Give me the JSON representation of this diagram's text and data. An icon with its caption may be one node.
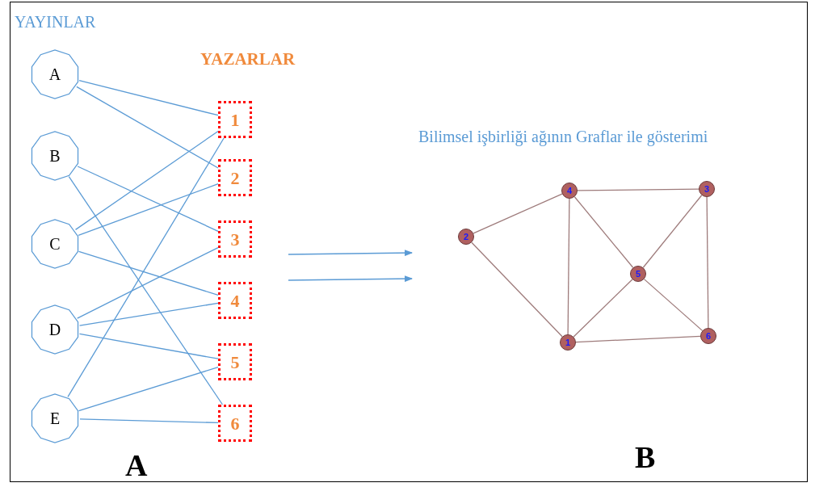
{
  "diagram": {
    "nodes": [
      {
        "text": [
          "A"
        ]
      },
      {
        "text": [
          "B"
        ]
      },
      {
        "text": [
          "C"
        ]
      },
      {
        "text": [
          "D"
        ]
      },
      {
        "text": [
          "E"
        ]
      },
      {
        "text": [
          "1"
        ]
      },
      {
        "text": [
          "2"
        ]
      },
      {
        "text": [
          "3"
        ]
      },
      {
        "text": [
          "4"
        ]
      },
      {
        "text": [
          "5"
        ]
      },
      {
        "text": [
          "6"
        ]
      },
      {
        "text": [
          "4"
        ]
      },
      {
        "text": [
          "3"
        ]
      },
      {
        "text": [
          "2"
        ]
      },
      {
        "text": [
          "5"
        ]
      },
      {
        "text": [
          "6"
        ]
      },
      {
        "text": [
          "1"
        ]
      }
    ],
    "edges": [
      {
        "from": 0,
        "to": 5,
        "arrow": "none"
      },
      {
        "from": 0,
        "to": 6,
        "arrow": "none"
      },
      {
        "from": 1,
        "to": 7,
        "arrow": "none"
      },
      {
        "from": 1,
        "to": 10,
        "arrow": "none"
      },
      {
        "from": 2,
        "to": 5,
        "arrow": "none"
      },
      {
        "from": 2,
        "to": 6,
        "arrow": "none"
      },
      {
        "from": 2,
        "to": 8,
        "arrow": "none"
      },
      {
        "from": 3,
        "to": 7,
        "arrow": "none"
      },
      {
        "from": 3,
        "to": 8,
        "arrow": "none"
      },
      {
        "from": 3,
        "to": 9,
        "arrow": "none"
      },
      {
        "from": 4,
        "to": 5,
        "arrow": "none"
      },
      {
        "from": 4,
        "to": 9,
        "arrow": "none"
      },
      {
        "from": 4,
        "to": 10,
        "arrow": "none"
      },
      {
        "from": 13,
        "to": 11,
        "arrow": "none",
        "color": "#9e7b7b"
      },
      {
        "from": 13,
        "to": 16,
        "arrow": "none",
        "color": "#9e7b7b"
      },
      {
        "from": 11,
        "to": 12,
        "arrow": "none",
        "color": "#9e7b7b"
      },
      {
        "from": 11,
        "to": 16,
        "arrow": "none",
        "color": "#9e7b7b"
      },
      {
        "from": 11,
        "to": 14,
        "arrow": "none",
        "color": "#9e7b7b"
      },
      {
        "from": 12,
        "to": 14,
        "arrow": "none",
        "color": "#9e7b7b"
      },
      {
        "from": 12,
        "to": 15,
        "arrow": "none",
        "color": "#9e7b7b"
      },
      {
        "from": 14,
        "to": 16,
        "arrow": "none",
        "color": "#9e7b7b"
      },
      {
        "from": 14,
        "to": 15,
        "arrow": "none",
        "color": "#9e7b7b"
      },
      {
        "from": 16,
        "to": 15,
        "arrow": "none",
        "color": "#9e7b7b"
      }
    ],
    "labels": [
      "YAYINLAR",
      "YAZARLAR",
      "Bilimsel işbirliği ağının Graflar ile gösterimi",
      "A",
      "B"
    ]
  }
}
